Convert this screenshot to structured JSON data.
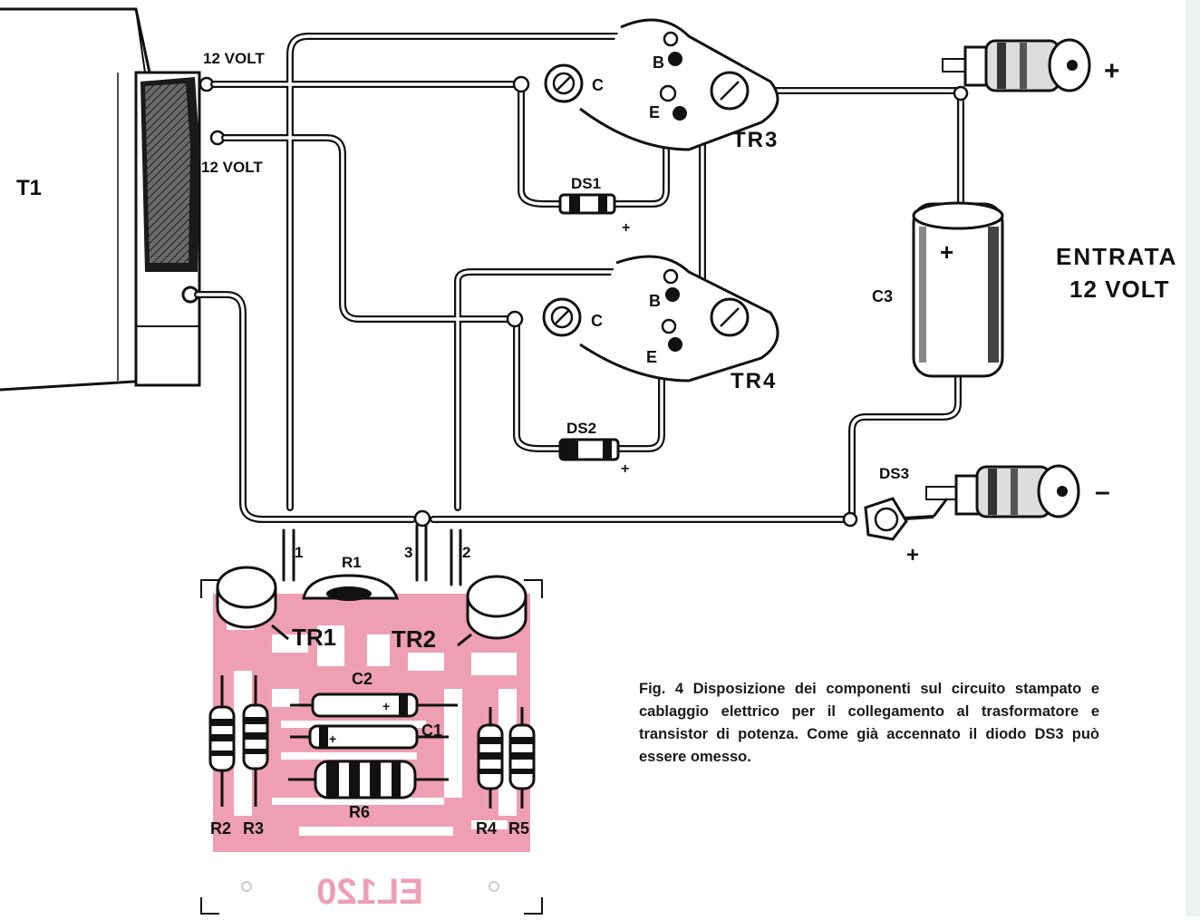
{
  "labels": {
    "t1": "T1",
    "volt_top": "12 VOLT",
    "volt_bottom": "12 VOLT",
    "tr3": "TR3",
    "tr4": "TR4",
    "ds1": "DS1",
    "ds2": "DS2",
    "ds3": "DS3",
    "c3": "C3",
    "entrata_line1": "ENTRATA",
    "entrata_line2": "12 VOLT",
    "plus": "+",
    "minus": "–",
    "b": "B",
    "c": "C",
    "e": "E",
    "r1": "R1",
    "r2": "R2",
    "r3": "R3",
    "r4": "R4",
    "r5": "R5",
    "r6": "R6",
    "c1": "C1",
    "c2": "C2",
    "tr1": "TR1",
    "tr2": "TR2",
    "pin1": "1",
    "pin2": "2",
    "pin3": "3",
    "board_id": "EL120"
  },
  "caption": "Fig. 4 Disposizione dei componenti sul circuito stampato e cablaggio elettrico per il collegamento al trasformatore e transistor di potenza. Come già accennato il diodo DS3 può essere omesso.",
  "colors": {
    "pcb": "#ee9fb4",
    "ink": "#111111"
  }
}
